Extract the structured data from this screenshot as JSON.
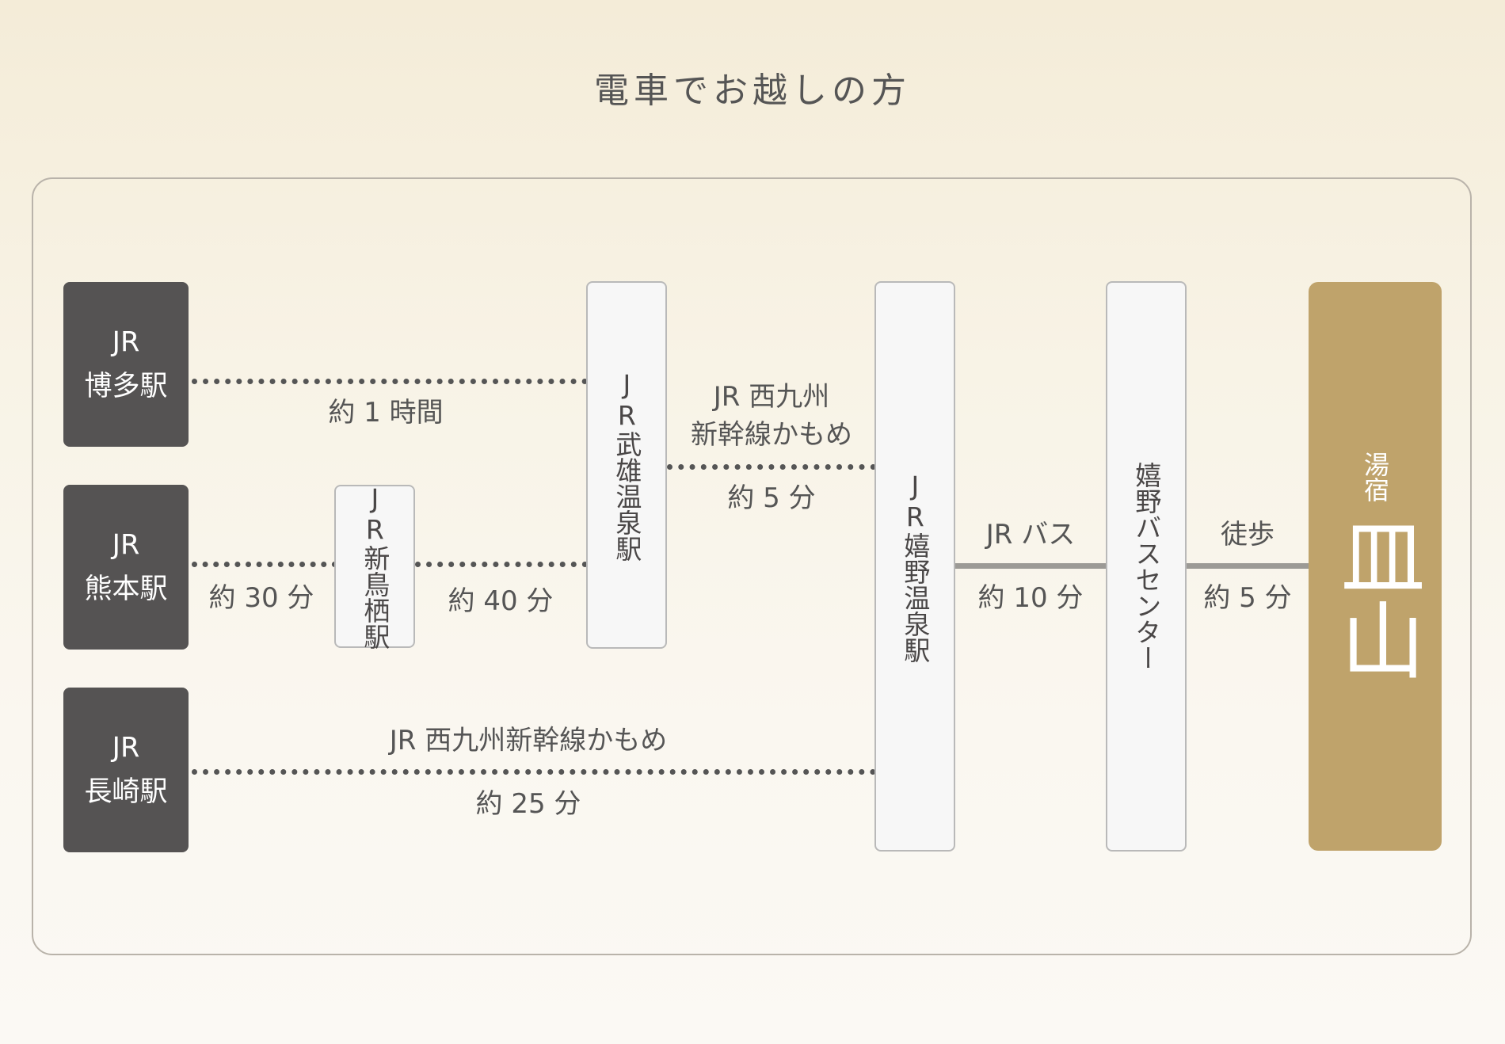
{
  "title": "電車でお越しの方",
  "origins": {
    "hakata": {
      "top": "JR",
      "bottom": "博多駅"
    },
    "kumamoto": {
      "top": "JR",
      "bottom": "熊本駅"
    },
    "nagasaki": {
      "top": "JR",
      "bottom": "長崎駅"
    }
  },
  "stations": {
    "shintosu": "JR新鳥栖駅",
    "takeo": "JR武雄温泉駅",
    "ureshino": "JR嬉野温泉駅",
    "bus_center": "嬉野バスセンター"
  },
  "destination": {
    "sub": "湯宿",
    "main": "皿山"
  },
  "routes": {
    "hakata_takeo": {
      "time": "約 1 時間"
    },
    "kumamoto_shintosu": {
      "time": "約 30 分"
    },
    "shintosu_takeo": {
      "time": "約 40 分"
    },
    "takeo_ureshino": {
      "line1": "JR 西九州",
      "line2": "新幹線かもめ",
      "time": "約 5 分"
    },
    "nagasaki_ureshino": {
      "line": "JR 西九州新幹線かもめ",
      "time": "約 25 分"
    },
    "ureshino_bus": {
      "line": "JR バス",
      "time": "約 10 分"
    },
    "bus_destination": {
      "line": "徒歩",
      "time": "約 5 分"
    }
  },
  "colors": {
    "dark_box": "#555353",
    "gold_box": "#bfa36b",
    "light_box": "#f7f7f7"
  }
}
